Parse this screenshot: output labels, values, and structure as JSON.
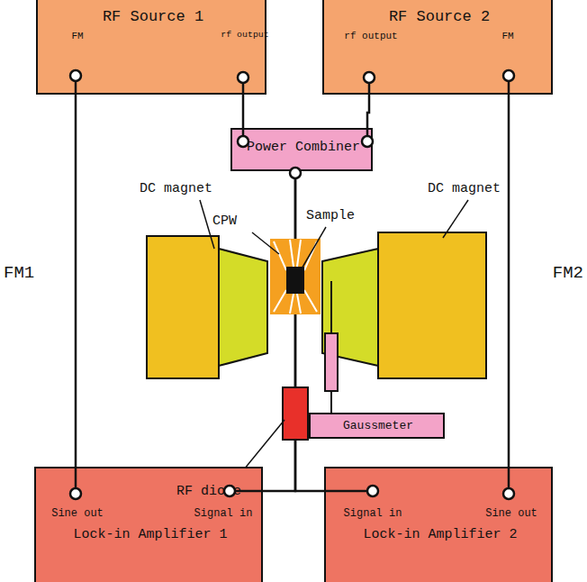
{
  "diagram": {
    "nodes": [
      {
        "text": [
          "RF Source 1",
          "FM",
          "rf output"
        ]
      },
      {
        "text": [
          "RF Source 2",
          "rf output",
          "FM"
        ]
      },
      {
        "text": [
          "Power Combiner"
        ]
      },
      {
        "text": [
          "Gaussmeter"
        ]
      },
      {
        "text": [
          "Sine out",
          "Signal in",
          "Lock-in Amplifier 1"
        ]
      },
      {
        "text": [
          "Signal in",
          "Sine out",
          "Lock-in Amplifier 2"
        ]
      }
    ],
    "edges": [
      {
        "from": 0,
        "to": 2,
        "arrow": "none"
      },
      {
        "from": 1,
        "to": 2,
        "arrow": "none"
      },
      {
        "from": 0,
        "to": 4,
        "label": "FM1",
        "arrow": "none"
      },
      {
        "from": 1,
        "to": 5,
        "label": "FM2",
        "arrow": "none"
      },
      {
        "from": 2,
        "to": 4,
        "arrow": "none"
      },
      {
        "from": 2,
        "to": 5,
        "arrow": "none"
      }
    ],
    "labels": [
      "DC magnet",
      "CPW",
      "Sample",
      "DC magnet",
      "RF diode"
    ]
  }
}
